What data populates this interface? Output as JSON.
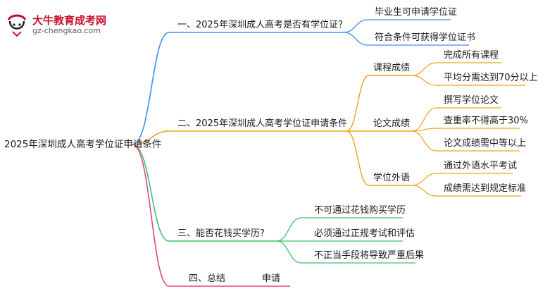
{
  "logo": {
    "title": "大牛教育成考网",
    "url": "gz-chengkao.com",
    "mark_text": "大牛"
  },
  "root": "2025年深圳成人高考学位证申请条件",
  "branches": [
    {
      "label": "一、2025年深圳成人高考是否有学位证？",
      "color": "#3b8ff2",
      "leaves": [
        "毕业生可申请学位证",
        "符合条件可获得学位证书"
      ]
    },
    {
      "label": "二、2025年深圳成人高考学位证申请条件",
      "color": "#f0a21b",
      "groups": [
        {
          "label": "课程成绩",
          "leaves": [
            "完成所有课程",
            "平均分需达到70分以上"
          ]
        },
        {
          "label": "论文成绩",
          "leaves": [
            "撰写学位论文",
            "查重率不得高于30%",
            "论文成绩需中等以上"
          ]
        },
        {
          "label": "学位外语",
          "leaves": [
            "通过外语水平考试",
            "成绩需达到规定标准"
          ]
        }
      ]
    },
    {
      "label": "三、能否花钱买学历？",
      "color": "#3cc36b",
      "leaves": [
        "不可通过花钱购买学历",
        "必须通过正规考试和评估",
        "不正当手段将导致严重后果"
      ]
    },
    {
      "label": "四、总结",
      "color": "#e8408a",
      "extra": "申请"
    }
  ]
}
